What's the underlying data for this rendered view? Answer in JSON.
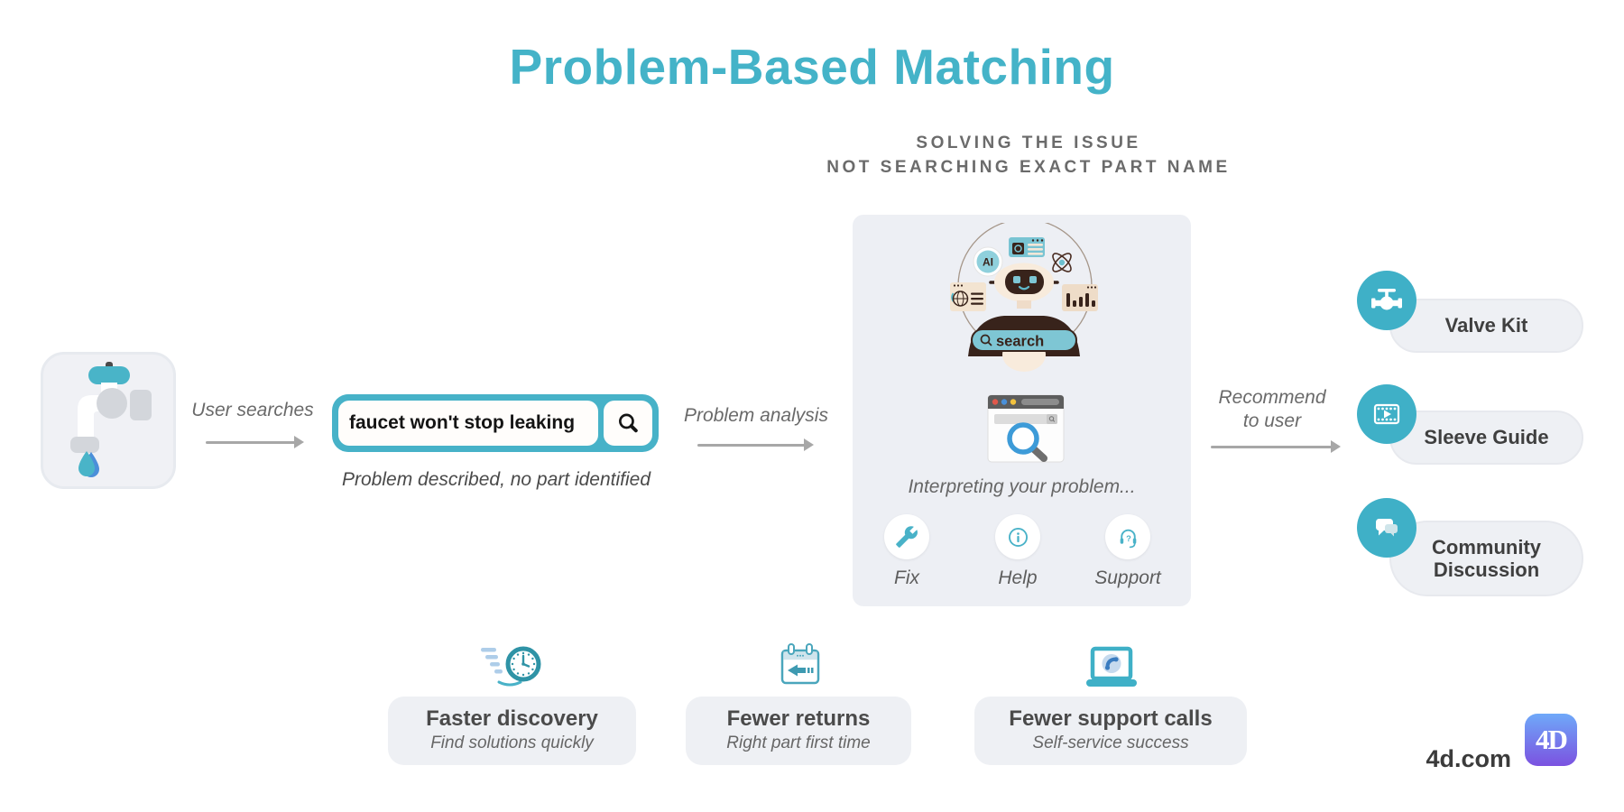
{
  "colors": {
    "accent_teal": "#44b3c8",
    "panel_bg": "#edeff4",
    "card_bg": "#eef0f4",
    "arrow_gray": "#a7a7a7",
    "text_dark": "#3f3f3f",
    "text_gray": "#6a6a6a",
    "robot_brown": "#38231b",
    "robot_cream": "#f8ebdc",
    "logo_gradient_top": "#6fa9f9",
    "logo_gradient_bottom": "#7b52e0"
  },
  "header": {
    "title": "Problem-Based Matching",
    "subtitle_line1": "SOLVING THE ISSUE",
    "subtitle_line2": "NOT SEARCHING EXACT PART NAME"
  },
  "flow": {
    "user_icon": "leaking-faucet-icon",
    "step1_label": "User searches",
    "search": {
      "query": "faucet won't stop leaking",
      "button_icon": "magnifier-icon",
      "caption": "Problem described, no part identified"
    },
    "step2_label": "Problem analysis",
    "analysis_panel": {
      "illustration": "ai-robot-illustration",
      "ai_badge": "AI",
      "search_pill": "search",
      "browser_icon": "browser-search-icon",
      "status": "Interpreting your problem...",
      "actions": [
        {
          "icon": "wrench-icon",
          "label": "Fix"
        },
        {
          "icon": "info-icon",
          "label": "Help"
        },
        {
          "icon": "headset-icon",
          "label": "Support"
        }
      ]
    },
    "step3_label_line1": "Recommend",
    "step3_label_line2": "to user",
    "recommendations": [
      {
        "icon": "valve-icon",
        "label": "Valve Kit"
      },
      {
        "icon": "video-guide-icon",
        "label": "Sleeve Guide"
      },
      {
        "icon": "chat-bubbles-icon",
        "label": "Community Discussion"
      }
    ]
  },
  "benefits": [
    {
      "icon": "speed-clock-icon",
      "title": "Faster discovery",
      "subtitle": "Find solutions quickly"
    },
    {
      "icon": "calendar-return-icon",
      "title": "Fewer returns",
      "subtitle": "Right part first time"
    },
    {
      "icon": "laptop-call-icon",
      "title": "Fewer support calls",
      "subtitle": "Self-service success"
    }
  ],
  "footer": {
    "website": "4d.com",
    "logo_text": "4D"
  }
}
